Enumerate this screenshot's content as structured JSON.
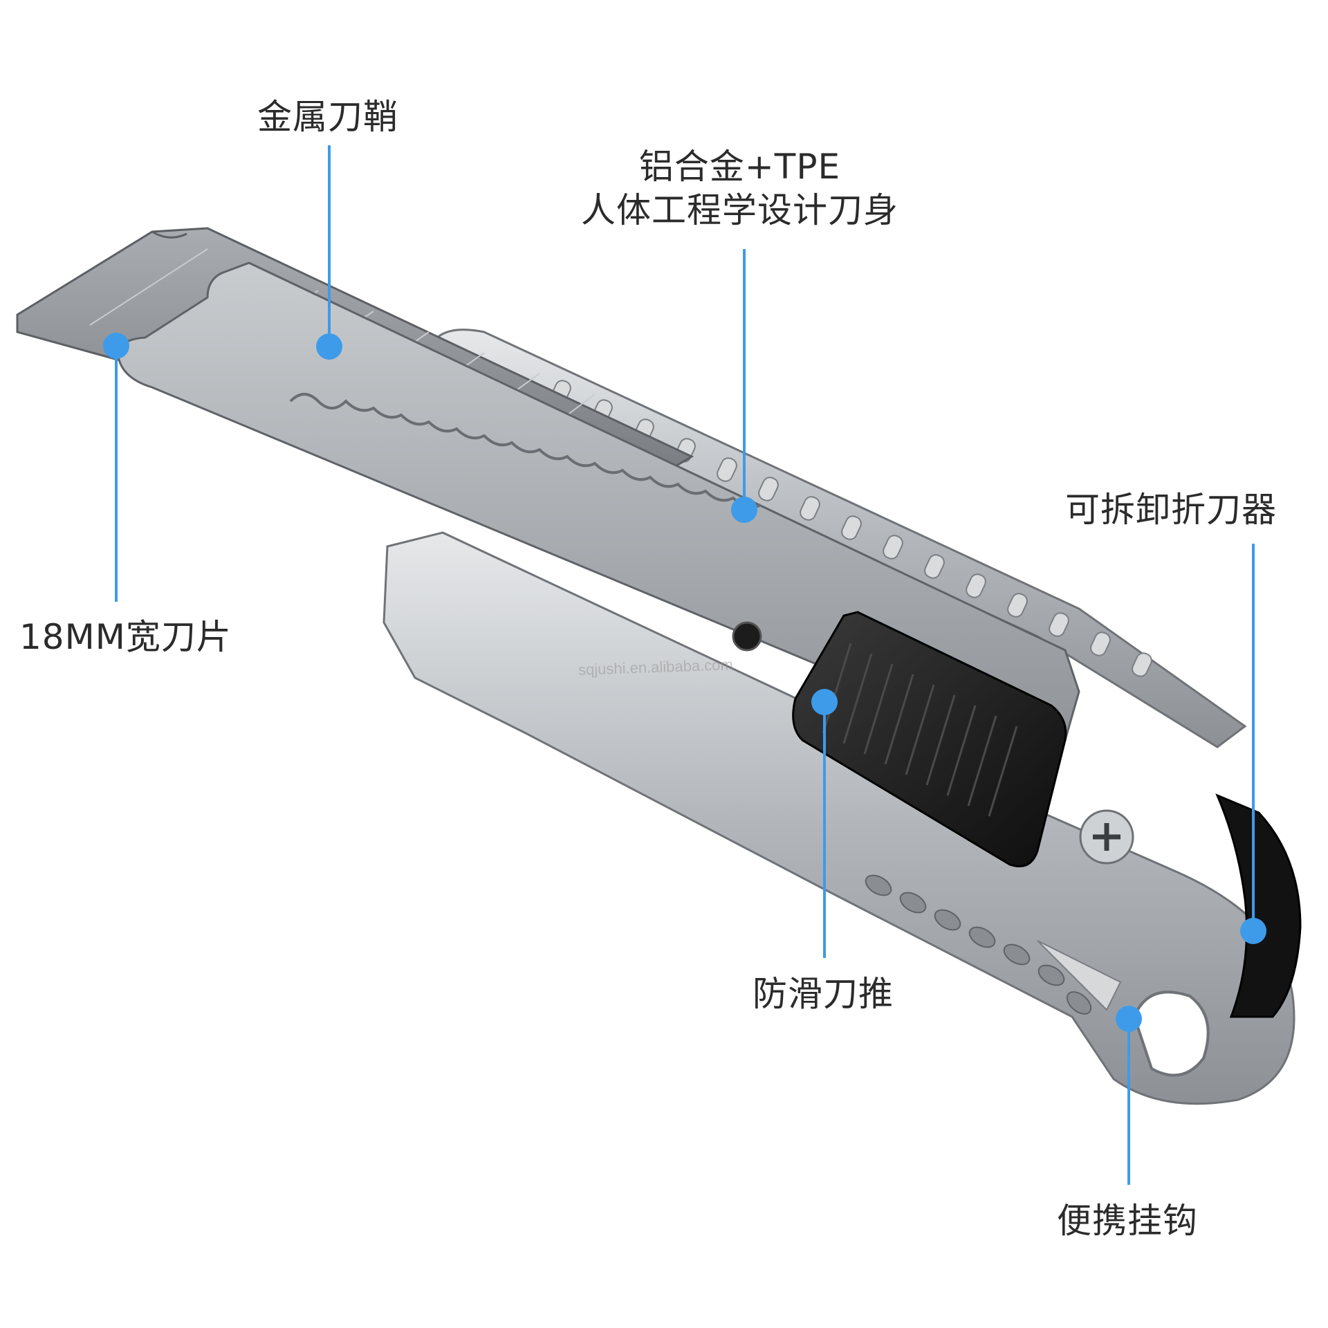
{
  "callouts": {
    "sheath": {
      "label": "金属刀鞘"
    },
    "body": {
      "line1": "铝合金+TPE",
      "line2": "人体工程学设计刀身"
    },
    "snapper": {
      "label": "可拆卸折刀器"
    },
    "blade": {
      "label": "18MM宽刀片"
    },
    "slider": {
      "label": "防滑刀推"
    },
    "hook": {
      "label": "便携挂钩"
    }
  },
  "watermark": "sqjushi.en.alibaba.com",
  "colors": {
    "accent": "#3d9bea",
    "text": "#2b2b2b",
    "metal": "#b9bcbf",
    "blade": "#8e9195",
    "grip": "#1e1e1e"
  },
  "icons": [
    "utility-knife-illustration",
    "screw-icon",
    "callout-dot-icon"
  ]
}
